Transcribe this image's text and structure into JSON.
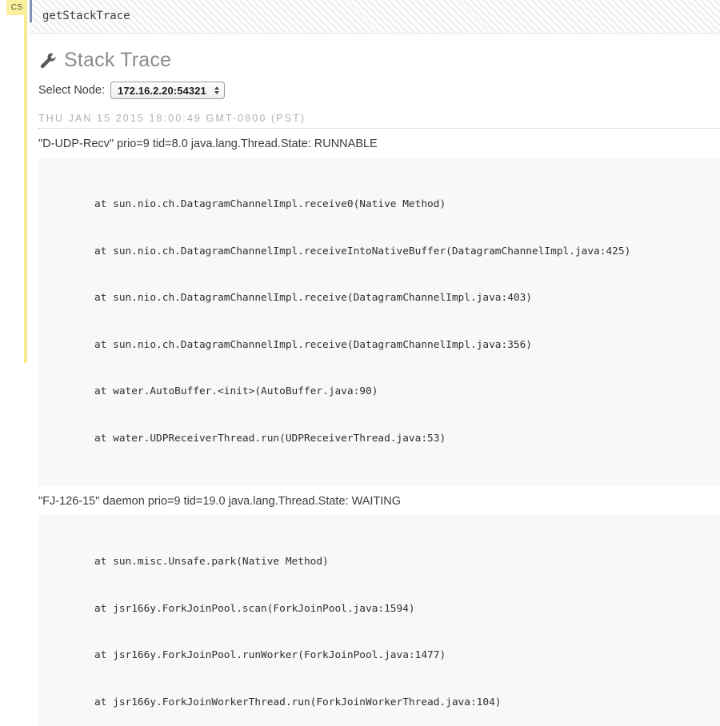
{
  "cell": {
    "tag_label": "CS",
    "input_text": "getStackTrace"
  },
  "section": {
    "icon": "wrench-icon",
    "title": "Stack Trace"
  },
  "node_selector": {
    "label": "Select Node:",
    "selected": "172.16.2.20:54321",
    "options": [
      "172.16.2.20:54321"
    ]
  },
  "timestamp": "THU JAN 15 2015 18:00:49 GMT-0800 (PST)",
  "threads": [
    {
      "header": "\"D-UDP-Recv\" prio=9 tid=8.0 java.lang.Thread.State: RUNNABLE",
      "frames": [
        "at sun.nio.ch.DatagramChannelImpl.receive0(Native Method)",
        "at sun.nio.ch.DatagramChannelImpl.receiveIntoNativeBuffer(DatagramChannelImpl.java:425)",
        "at sun.nio.ch.DatagramChannelImpl.receive(DatagramChannelImpl.java:403)",
        "at sun.nio.ch.DatagramChannelImpl.receive(DatagramChannelImpl.java:356)",
        "at water.AutoBuffer.<init>(AutoBuffer.java:90)",
        "at water.UDPReceiverThread.run(UDPReceiverThread.java:53)"
      ]
    },
    {
      "header": "\"FJ-126-15\" daemon prio=9 tid=19.0 java.lang.Thread.State: WAITING",
      "frames": [
        "at sun.misc.Unsafe.park(Native Method)",
        "at jsr166y.ForkJoinPool.scan(ForkJoinPool.java:1594)",
        "at jsr166y.ForkJoinPool.runWorker(ForkJoinPool.java:1477)",
        "at jsr166y.ForkJoinWorkerThread.run(ForkJoinWorkerThread.java:104)"
      ]
    }
  ],
  "colors": {
    "gutter": "#f5eb8f",
    "badge": "#faf0a0",
    "input_accent": "#7f93b5",
    "code_bg": "#f8f8f8",
    "title": "#8b8b8b"
  }
}
